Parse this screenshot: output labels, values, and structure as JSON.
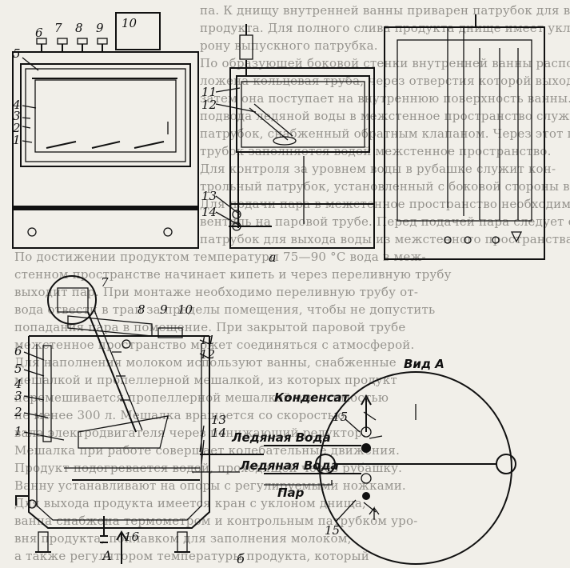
{
  "figure": {
    "top_labels": {
      "l1": "1",
      "l2": "2",
      "l3": "3",
      "l4": "4",
      "l5": "5",
      "l6": "6",
      "l7": "7",
      "l8": "8",
      "l9": "9",
      "l10": "10",
      "l11": "11",
      "l12": "12",
      "l13": "13",
      "l14": "14"
    },
    "bottom_labels": {
      "l1": "1",
      "l2": "2",
      "l3": "3",
      "l4": "4",
      "l5": "5",
      "l6": "6",
      "l7": "7",
      "l8": "8",
      "l9": "9",
      "l10": "10",
      "l11": "11",
      "l12": "12",
      "l13": "13",
      "l14": "14",
      "l15a": "15",
      "l15b": "15",
      "l16": "16"
    },
    "caption_a": "а",
    "caption_b": "б",
    "arrow_A": "А",
    "view_title": "Вид А",
    "flows": {
      "condensate": "Конденсат",
      "ice_water_1": "Ледяная Вода",
      "ice_water_2": "Ледяная Вода",
      "steam": "Пар"
    }
  },
  "background_text": [
    "па. К днищу внутренней ванны приварен патрубок для выхода",
    "продукта. Для полного слива продукта днище имеет уклон в сто-",
    "рону выпускного патрубка.",
    "По образующей боковой стенки внутренней ванны распо-",
    "ложена кольцевая труба, через отверстия которой выходит вода,",
    "затем она поступает на внутреннюю поверхность ванны. Для",
    "подвода ледяной воды в межстенное пространство служит",
    "патрубок, снабженный обратным клапаном. Через этот па-",
    "трубок заполняется водой межстенное пространство.",
    "Для контроля за уровнем воды в рубашке служит кон-",
    "трольный патрубок, установленный с боковой стороны ванны.",
    "Для подачи пара в межстенное пространство необходимо открыть",
    "вентиль на паровой трубе. Перед подачей пара следует открыть",
    "патрубок для выхода воды из межстенного пространства.",
    "По достижении продуктом температуры 75—90 °С вода в меж-",
    "стенном пространстве начинает кипеть и через переливную трубу",
    "выходит пар. При монтаже необходимо переливную трубу от-",
    "вода отвести в трап за пределы помещения, чтобы не допустить",
    "попадания пара в помещение. При закрытой паровой трубе",
    "межстенное пространство может соединяться с атмосферой.",
    "Для наполнения молоком используют ванны, снабженные",
    "мешалкой и пропеллерной мешалкой, из которых продукт",
    "перемешивается пропеллерной мешалкой вместимостью",
    "не менее 300 л. Мешалка вращается со скоростью",
    "вала электродвигателя через понижающий редуктор.",
    "Мешалка при работе совершает колебательные движения.",
    "Продукт подогревается водой, проходящей через рубашку.",
    "Ванну устанавливают на опоры с регулируемыми ножками.",
    "Для выхода продукта имеется кран с уклоном днища,",
    "ванна снабжена термометром и контрольным патрубком уро-",
    "вня продукта, поплавком для заполнения молоком,",
    "а также регулятором температуры продукта, который"
  ]
}
